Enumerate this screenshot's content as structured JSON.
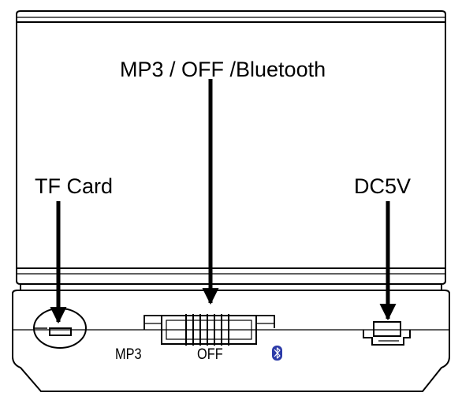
{
  "callouts": {
    "mode_switch": "MP3  / OFF /Bluetooth",
    "tf_card": "TF Card",
    "power_port": "DC5V"
  },
  "switch_positions": {
    "mp3": "MP3",
    "off": "OFF",
    "bluetooth": "bluetooth-icon"
  },
  "colors": {
    "line": "#000000",
    "bluetooth_badge": "#2b3aa8",
    "background": "#ffffff"
  }
}
